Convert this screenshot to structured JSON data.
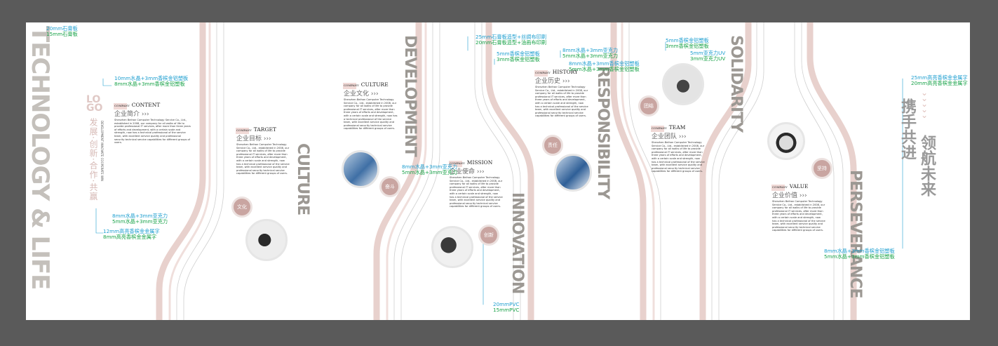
{
  "annotations": [
    {
      "id": "a1",
      "lines": [
        "20mm石膏板",
        "15mm石膏板"
      ]
    },
    {
      "id": "a2",
      "lines": [
        "10mm水晶+3mm香槟金铝塑板",
        "8mm水晶+3mm香槟金铝塑板"
      ]
    },
    {
      "id": "a3",
      "lines": [
        "8mm水晶+3mm亚克力",
        "5mm水晶+3mm亚克力"
      ]
    },
    {
      "id": "a4",
      "lines": [
        "12mm高亮香槟金金属字",
        "8mm高亮香槟金金属字"
      ]
    },
    {
      "id": "a5",
      "lines": [
        "25mm石膏板造型+丝绸布印刷",
        "20mm石膏板造型+油画布印刷"
      ]
    },
    {
      "id": "a6",
      "lines": [
        "5mm香槟金铝塑板",
        "3mm香槟金铝塑板"
      ]
    },
    {
      "id": "a7",
      "lines": [
        "8mm水晶+3mm亚克力",
        "5mm水晶+3mm亚克力"
      ]
    },
    {
      "id": "a8",
      "lines": [
        "20mmPVC",
        "15mmPVC"
      ]
    },
    {
      "id": "a9",
      "lines": [
        "8mm水晶+3mm亚克力",
        "5mm水晶+3mm亚克力"
      ]
    },
    {
      "id": "a10",
      "lines": [
        "8mm水晶+3mm香槟金铝塑板",
        "5mm水晶+3mm香槟金铝塑板"
      ]
    },
    {
      "id": "a11",
      "lines": [
        "5mm香槟金铝塑板",
        "3mm香槟金铝塑板"
      ]
    },
    {
      "id": "a12",
      "lines": [
        "5mm亚克力UV",
        "3mm亚克力UV"
      ]
    },
    {
      "id": "a13",
      "lines": [
        "25mm高亮香槟金金属字",
        "20mm高亮香槟金金属字"
      ]
    },
    {
      "id": "a14",
      "lines": [
        "8mm水晶+3mm香槟金铝塑板",
        "5mm水晶+3mm香槟金铝塑板"
      ]
    }
  ],
  "vertical_titles": {
    "technology": "TECHNOLOGY & LIFE",
    "culture": "CULTURE",
    "development": "DEVELOPMENT",
    "innovation": "INNOVATION",
    "responsibility": "RESPONSIBILITY",
    "solidarity": "SOLIDARITY",
    "perseverance": "PERSEVERANCE"
  },
  "logo": {
    "text": "LOGO",
    "slogan": "发展·创新·合作·共赢",
    "slogan_en": "DEVELOPMENT INNOVATE COOPERATE WIN"
  },
  "sections": {
    "content": {
      "company": "COMPANY",
      "en": "CONTENT",
      "cn": "企业简介 ›››"
    },
    "target": {
      "company": "COMPANY",
      "en": "TARGET",
      "cn": "企业目标 ›››"
    },
    "culture": {
      "company": "COMPANY",
      "en": "CULTURE",
      "cn": "企业文化 ›››"
    },
    "mission": {
      "company": "COMPANY",
      "en": "MISSION",
      "cn": "企业使命 ›››"
    },
    "history": {
      "company": "COMPANY",
      "en": "HISTORY",
      "cn": "企业历史 ›››"
    },
    "team": {
      "company": "COMPANY",
      "en": "TEAM",
      "cn": "企业团队 ›››"
    },
    "value": {
      "company": "COMPANY",
      "en": "VALUE",
      "cn": "企业价值 ›››"
    }
  },
  "circle_tags": {
    "culture": "文化",
    "struggle": "奋斗",
    "innovate": "创新",
    "responsibility": "责任",
    "unity": "团结",
    "persevere": "坚持"
  },
  "slogan_big": {
    "left": "携手共进",
    "right": "领航未来"
  },
  "body_text": "Shenzhen Beihan Computer Technology Service Co., Ltd., established in 2008, our company for all walks of life to provide professional IT services, after more than three years of efforts and development, with a certain scale and strength, now has a technical professional of the service team, with excellent service quality and professional security technical service capabilities for different groups of users."
}
